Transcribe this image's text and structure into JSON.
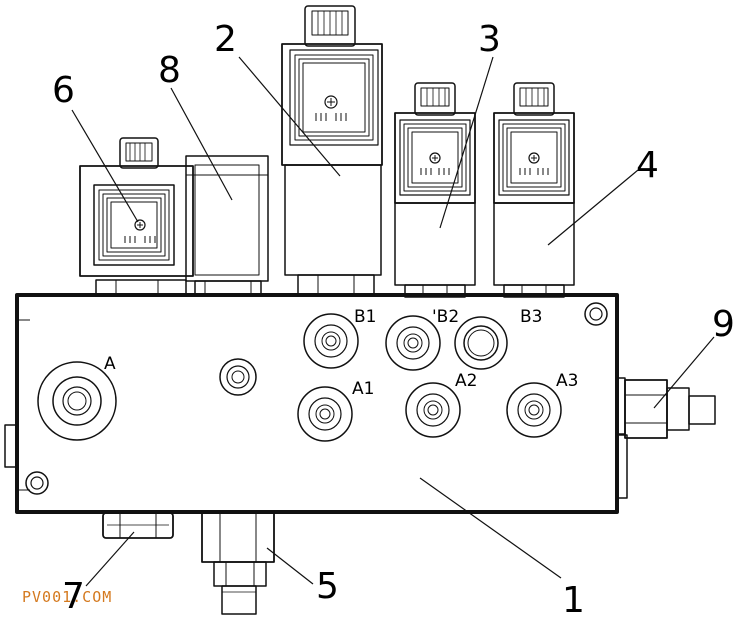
{
  "callouts": [
    "1",
    "2",
    "3",
    "4",
    "5",
    "6",
    "7",
    "8",
    "9"
  ],
  "ports": {
    "a": "A",
    "b1": "B1",
    "b2": "'B2",
    "b3": "B3",
    "a1": "A1",
    "a2": "A2",
    "a3": "A3"
  },
  "watermark": "PV001.COM"
}
